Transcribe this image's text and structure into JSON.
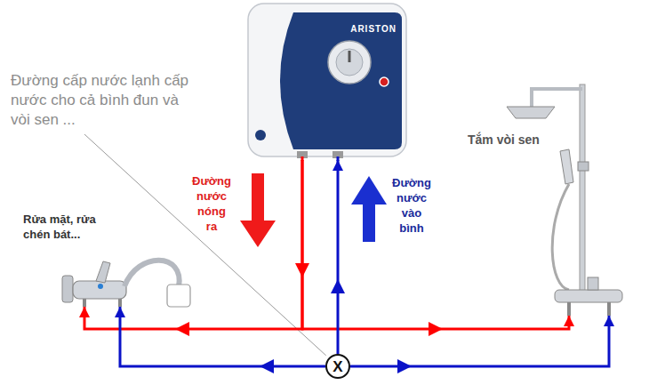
{
  "diagram": {
    "nodes": [
      {
        "text": [
          "ARISTON"
        ]
      },
      {
        "text": [
          "Rửa mặt, rửa chén bát..."
        ]
      },
      {
        "text": [
          "Tắm vòi sen"
        ]
      },
      {
        "text": [
          "X"
        ]
      }
    ],
    "edges": [
      {
        "from": 0,
        "to": 1,
        "arrow": "to"
      },
      {
        "from": 0,
        "to": 2,
        "arrow": "to"
      },
      {
        "from": 3,
        "to": 0,
        "arrow": "to"
      },
      {
        "from": 3,
        "to": 1,
        "arrow": "to"
      },
      {
        "from": 3,
        "to": 2,
        "arrow": "to"
      }
    ],
    "labels": [
      "Đường cấp nước lạnh cấp nước cho cả bình đun và vòi sen ...",
      "Đường nước nóng ra",
      "Đường nước vào bình"
    ]
  }
}
